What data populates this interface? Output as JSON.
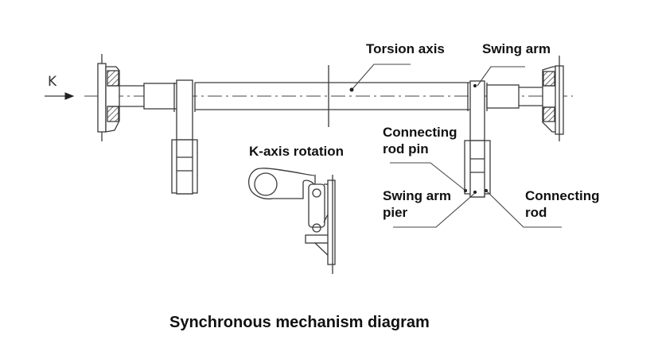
{
  "diagram": {
    "title": "Synchronous mechanism diagram",
    "view_marker": "K",
    "labels": {
      "torsion_axis": "Torsion axis",
      "swing_arm": "Swing arm",
      "connecting_rod_pin_line1": "Connecting",
      "connecting_rod_pin_line2": "rod pin",
      "swing_arm_pier_line1": "Swing arm",
      "swing_arm_pier_line2": "pier",
      "connecting_rod_line1": "Connecting",
      "connecting_rod_line2": "rod",
      "k_axis_rotation": "K-axis rotation"
    },
    "colors": {
      "line": "#3a3a3a",
      "text": "#111111",
      "background": "#ffffff"
    }
  }
}
